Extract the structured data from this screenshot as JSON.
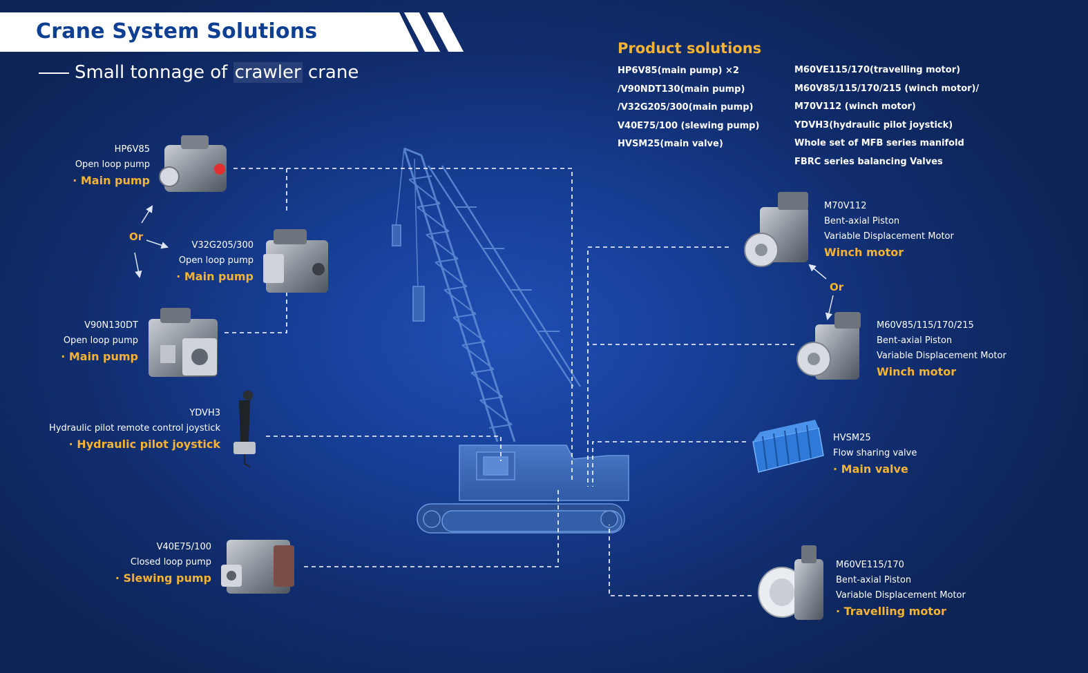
{
  "header": {
    "title": "Crane System Solutions",
    "subtitle_prefix": "Small tonnage of ",
    "subtitle_highlight": "crawler",
    "subtitle_suffix": " crane"
  },
  "product_solutions": {
    "title": "Product solutions",
    "left_items": [
      "HP6V85(main pump) ×2",
      "/V90NDT130(main pump)",
      "/V32G205/300(main pump)",
      "V40E75/100 (slewing pump)",
      "HVSM25(main valve)"
    ],
    "right_items": [
      "M60VE115/170(travelling motor)",
      "M60V85/115/170/215 (winch motor)/",
      "M70V112 (winch motor)",
      "YDVH3(hydraulic pilot joystick)",
      "Whole set of MFB series manifold",
      "FBRC series balancing Valves"
    ]
  },
  "components": {
    "hp6v85": {
      "model": "HP6V85",
      "desc": "Open loop pump",
      "kind": "· Main pump"
    },
    "v32g": {
      "model": "V32G205/300",
      "desc": "Open loop pump",
      "kind": "· Main pump"
    },
    "v90n": {
      "model": "V90N130DT",
      "desc": "Open loop pump",
      "kind": "· Main pump"
    },
    "ydvh3": {
      "model": "YDVH3",
      "desc": "Hydraulic pilot remote control  joystick",
      "kind": "· Hydraulic pilot joystick"
    },
    "v40e": {
      "model": "V40E75/100",
      "desc": "Closed loop pump",
      "kind": "· Slewing pump"
    },
    "m70v": {
      "model": "M70V112",
      "desc1": "Bent-axial Piston",
      "desc2": "Variable Displacement Motor",
      "kind": "Winch motor"
    },
    "m60v": {
      "model": "M60V85/115/170/215",
      "desc1": "Bent-axial Piston",
      "desc2": "Variable Displacement Motor",
      "kind": " Winch motor"
    },
    "hvsm": {
      "model": "HVSM25",
      "desc": "Flow sharing valve",
      "kind": "· Main valve"
    },
    "m60ve": {
      "model": "M60VE115/170",
      "desc1": "Bent-axial Piston",
      "desc2": "Variable Displacement Motor",
      "kind": "· Travelling motor"
    }
  },
  "or_labels": {
    "left": "Or",
    "right": "Or"
  },
  "colors": {
    "accent": "#f5b335",
    "title_blue": "#0e3f93",
    "bg_center": "#1f4fb4",
    "bg_edge": "#0d2457"
  }
}
